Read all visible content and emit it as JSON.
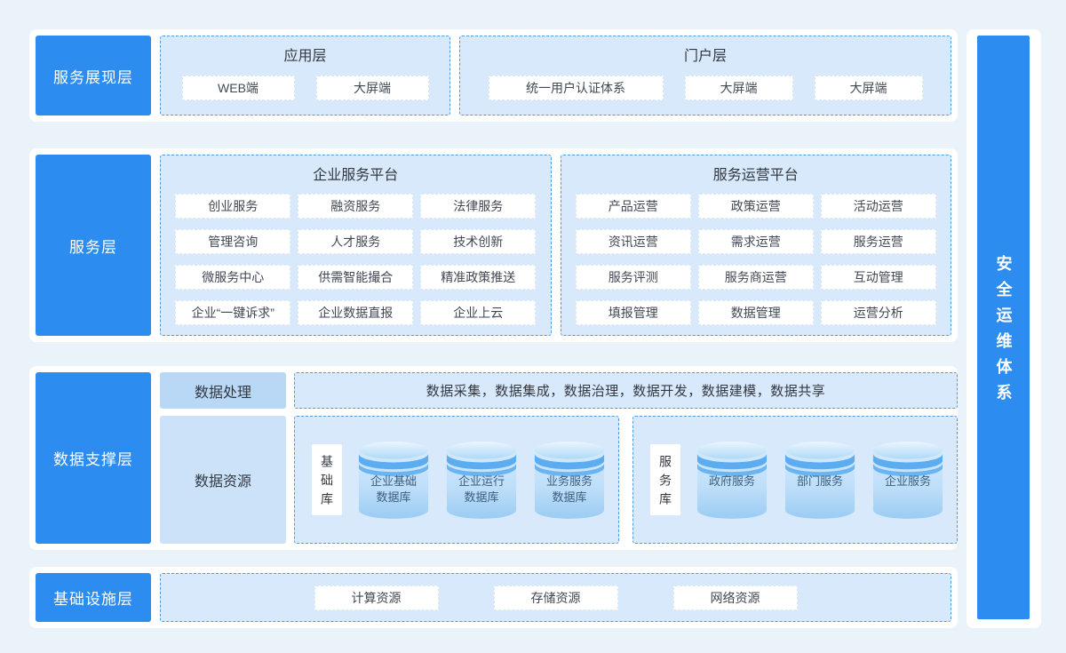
{
  "colors": {
    "accent_blue": "#2D8CF0",
    "panel_blue": "#D8E9FB",
    "dashed_border": "#4E9BE3",
    "page_bg": "#EAF2FA"
  },
  "layers": {
    "presentation": {
      "label": "服务展现层",
      "app_panel": {
        "title": "应用层",
        "items": [
          "WEB端",
          "大屏端"
        ]
      },
      "portal_panel": {
        "title": "门户层",
        "items": [
          "统一用户认证体系",
          "大屏端",
          "大屏端"
        ]
      }
    },
    "service": {
      "label": "服务层",
      "enterprise_platform": {
        "title": "企业服务平台",
        "items": [
          "创业服务",
          "融资服务",
          "法律服务",
          "管理咨询",
          "人才服务",
          "技术创新",
          "微服务中心",
          "供需智能撮合",
          "精准政策推送",
          "企业“一键诉求”",
          "企业数据直报",
          "企业上云"
        ]
      },
      "operation_platform": {
        "title": "服务运营平台",
        "items": [
          "产品运营",
          "政策运营",
          "活动运营",
          "资讯运营",
          "需求运营",
          "服务运营",
          "服务评测",
          "服务商运营",
          "互动管理",
          "填报管理",
          "数据管理",
          "运营分析"
        ]
      }
    },
    "data": {
      "label": "数据支撑层",
      "processing_label": "数据处理",
      "processing_text": "数据采集，数据集成，数据治理，数据开发，数据建模，数据共享",
      "resource_label": "数据资源",
      "basic_db": {
        "label": "基础库",
        "items": [
          "企业基础数据库",
          "企业运行数据库",
          "业务服务数据库"
        ]
      },
      "service_db": {
        "label": "服务库",
        "items": [
          "政府服务",
          "部门服务",
          "企业服务"
        ]
      }
    },
    "infra": {
      "label": "基础设施层",
      "items": [
        "计算资源",
        "存储资源",
        "网络资源"
      ]
    },
    "security": {
      "label": "安全运维体系"
    }
  }
}
